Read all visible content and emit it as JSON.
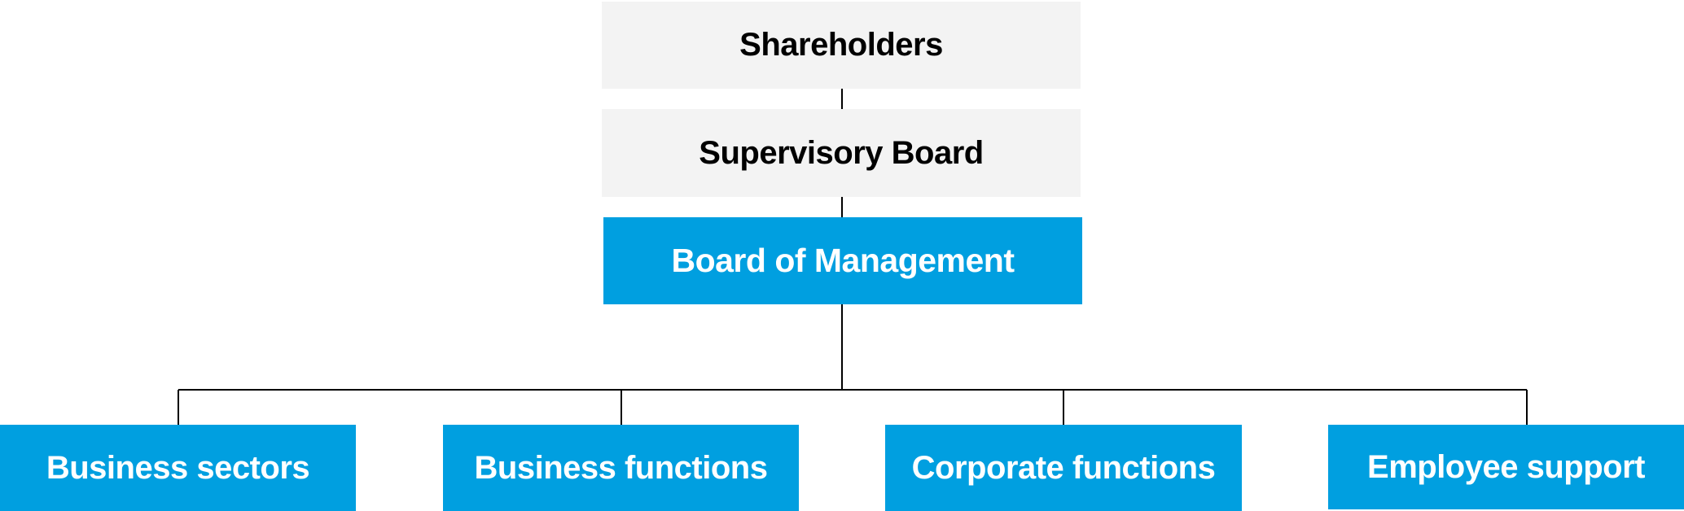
{
  "chart": {
    "shareholders": "Shareholders",
    "supervisory_board": "Supervisory Board",
    "board_of_management": "Board of Management",
    "units": [
      "Business sectors",
      "Business functions",
      "Corporate functions",
      "Employee support"
    ]
  },
  "colors": {
    "top_box_bg": "#f3f3f3",
    "accent_blue": "#009fe0",
    "connector": "#000000"
  }
}
